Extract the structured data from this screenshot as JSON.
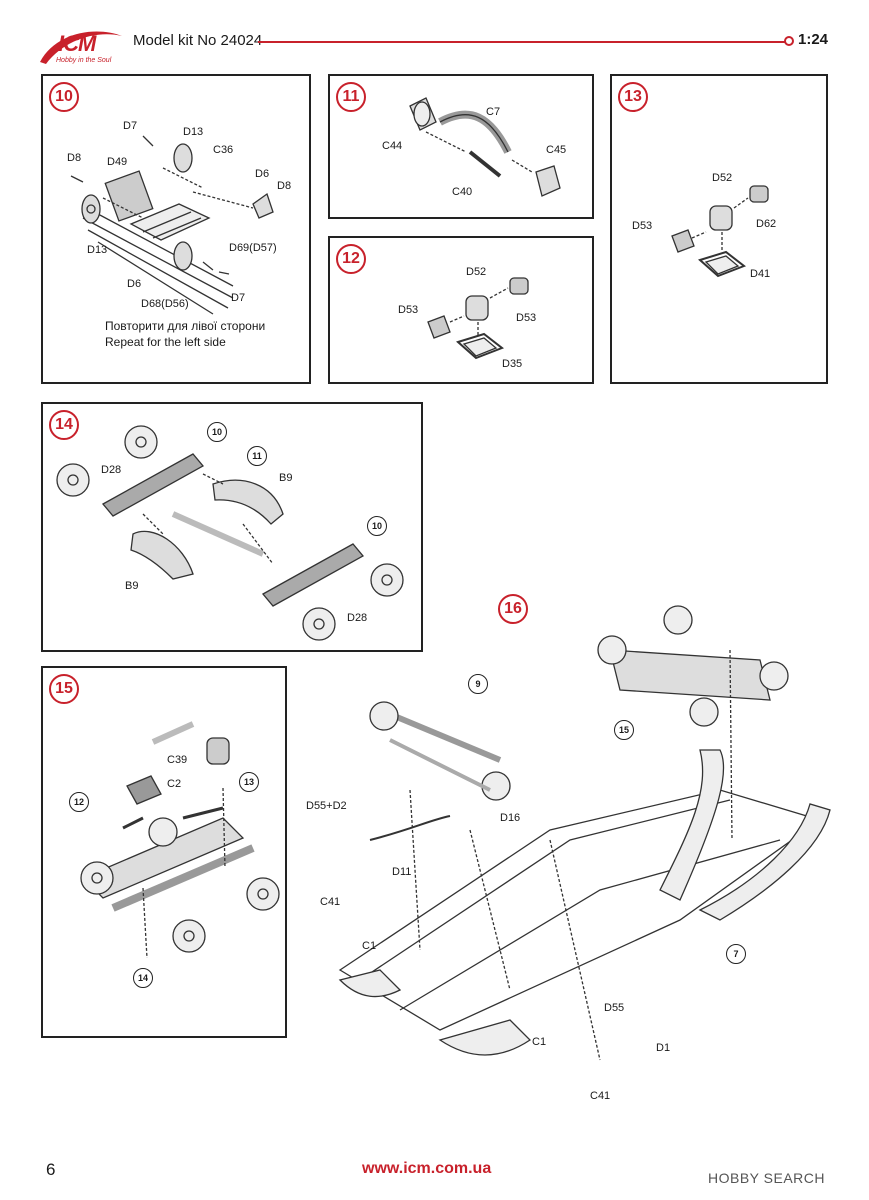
{
  "header": {
    "brand": "ICM",
    "tagline": "Hobby in the Soul",
    "model_kit": "Model kit No 24024",
    "scale": "1:24"
  },
  "steps": [
    {
      "number": "10",
      "labels": [
        "D7",
        "D13",
        "D8",
        "D49",
        "C36",
        "D6",
        "D8",
        "D13",
        "D69(D57)",
        "D6",
        "D68(D56)",
        "D7"
      ],
      "note_ua": "Повторити для лівої сторони",
      "note_en": "Repeat for the left side"
    },
    {
      "number": "11",
      "labels": [
        "C7",
        "C44",
        "C45",
        "C40"
      ]
    },
    {
      "number": "12",
      "labels": [
        "D52",
        "D53",
        "D53",
        "D35"
      ]
    },
    {
      "number": "13",
      "labels": [
        "D52",
        "D53",
        "D62",
        "D41"
      ]
    },
    {
      "number": "14",
      "labels": [
        "D28",
        "B9",
        "B9",
        "D28"
      ],
      "refs": [
        "10",
        "11",
        "10"
      ]
    },
    {
      "number": "15",
      "labels": [
        "C39",
        "C2"
      ],
      "refs": [
        "13",
        "12",
        "14"
      ]
    },
    {
      "number": "16",
      "labels": [
        "D55+D2",
        "D16",
        "D11",
        "C41",
        "C1",
        "C1",
        "C41",
        "D55",
        "D1"
      ],
      "refs": [
        "9",
        "15",
        "7"
      ]
    }
  ],
  "footer": {
    "page_number": "6",
    "url": "www.icm.com.ua",
    "watermark": "HOBBY SEARCH"
  }
}
